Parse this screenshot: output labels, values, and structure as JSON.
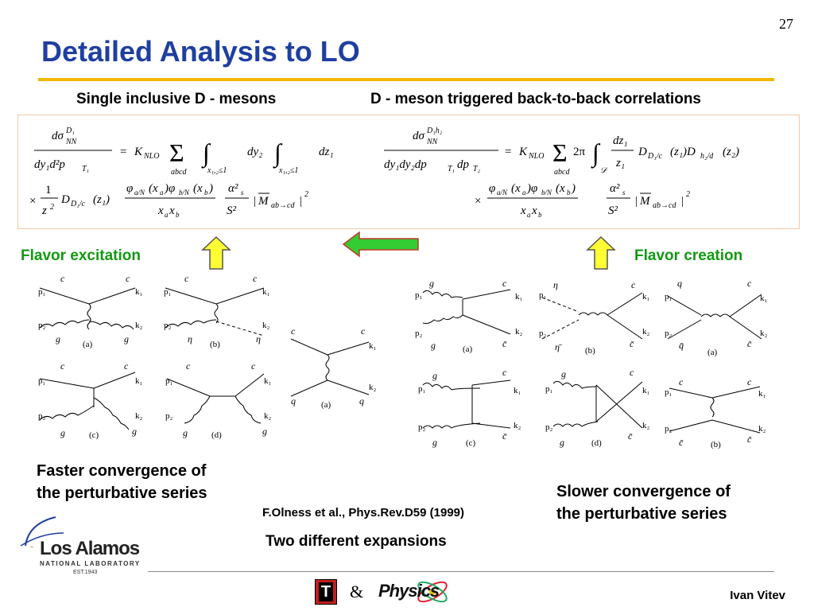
{
  "slide": {
    "number": "27",
    "title": "Detailed Analysis to LO",
    "left_heading": "Single inclusive D - mesons",
    "right_heading": "D - meson triggered back-to-back correlations",
    "flavor_excitation": "Flavor excitation",
    "flavor_creation": "Flavor creation",
    "left_conclusion_line1": "Faster convergence of",
    "left_conclusion_line2": "the perturbative series",
    "right_conclusion_line1": "Slower convergence of",
    "right_conclusion_line2": "the perturbative series",
    "citation": "F.Olness et al., Phys.Rev.D59 (1999)",
    "two_expansions": "Two different expansions",
    "author": "Ivan Vitev",
    "ampersand": "&"
  },
  "logos": {
    "lanl_name": "Los Alamos",
    "lanl_sub": "NATIONAL LABORATORY",
    "lanl_est": "EST.1943",
    "t_logo": "T",
    "physics_logo": "Physics"
  },
  "colors": {
    "title": "#1f3fa0",
    "accent_rule": "#f2b800",
    "green_text": "#119a11",
    "arrow_yellow": "#ffff33",
    "arrow_green": "#33cc33"
  },
  "diagram_labels": {
    "a": "(a)",
    "b": "(b)",
    "c": "(c)",
    "d": "(d)",
    "p1": "p1",
    "p2": "p2",
    "k1": "k1",
    "k2": "k2",
    "g": "g",
    "c_q": "c",
    "cbar": "c̄",
    "q": "q",
    "qbar": "q̄",
    "eta": "η"
  }
}
